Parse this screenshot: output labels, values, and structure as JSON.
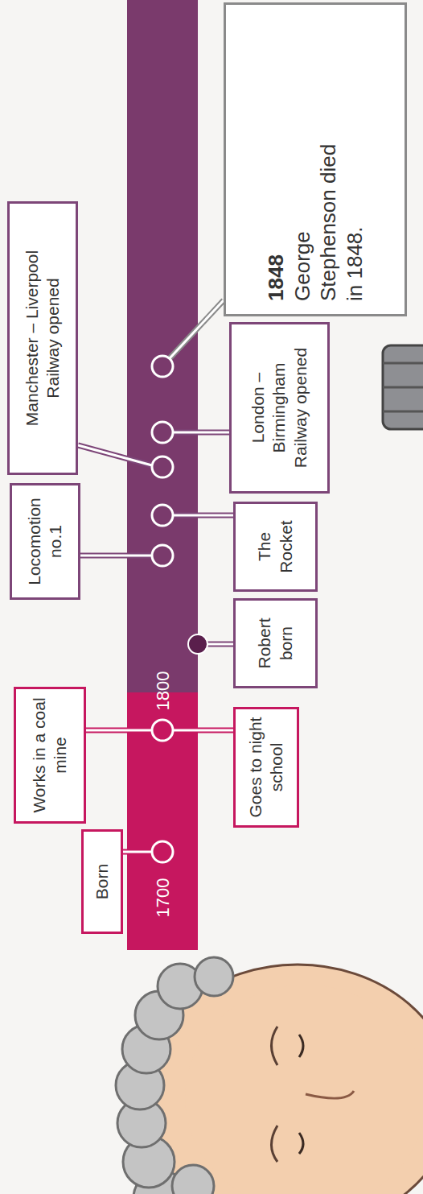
{
  "diagram": {
    "nodes": [
      {
        "text": [
          "Born"
        ]
      },
      {
        "text": [
          "Works in a coal mine"
        ]
      },
      {
        "text": [
          "Goes to night school"
        ]
      },
      {
        "text": [
          "Robert born"
        ]
      },
      {
        "text": [
          "Locomotion no.1"
        ]
      },
      {
        "text": [
          "The Rocket"
        ]
      },
      {
        "text": [
          "Manchester – Liverpool Railway opened"
        ]
      },
      {
        "text": [
          "London – Birmingham Railway opened"
        ]
      },
      {
        "text": [
          "1848",
          "George Stephenson died in 1848."
        ]
      }
    ],
    "labels": [
      "1700",
      "1800"
    ]
  }
}
